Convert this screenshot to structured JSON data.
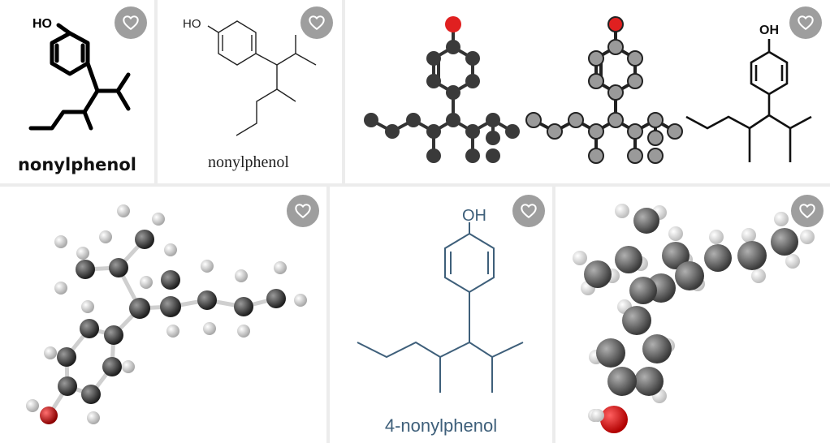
{
  "gallery": {
    "tiles": [
      {
        "caption": "nonylphenol",
        "oh_label": "HO",
        "icon": "heart-outline-icon"
      },
      {
        "caption": "nonylphenol",
        "oh_label": "HO",
        "icon": "heart-outline-icon"
      },
      {
        "oh_label": "OH",
        "icon": "heart-outline-icon"
      },
      {
        "icon": "heart-outline-icon"
      },
      {
        "caption": "4-nonylphenol",
        "oh_label": "OH",
        "icon": "heart-outline-icon"
      },
      {
        "icon": "heart-outline-icon"
      }
    ]
  },
  "colors": {
    "favorite_button": "#9e9e9e",
    "page_background": "#ececec",
    "tile_background": "#ffffff",
    "oxygen_atom": "#e02020",
    "carbon_atom_dark": "#3a3a3a",
    "carbon_atom_light": "#9a9a9a",
    "blue_structure": "#3e5f7a"
  }
}
